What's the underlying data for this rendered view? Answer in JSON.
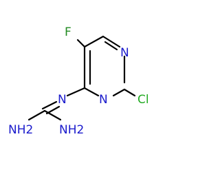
{
  "molecule": {
    "atoms": {
      "fluorine": "F",
      "ring_n_top": "N",
      "ring_n_bottom": "N",
      "chlorine": "Cl",
      "imine_n": "N",
      "amine_left": "NH2",
      "amine_right": "NH2"
    },
    "colors": {
      "bond": "#000000",
      "nitrogen": "#1a1acc",
      "chlorine": "#22aa22",
      "fluorine": "#228b22"
    }
  }
}
